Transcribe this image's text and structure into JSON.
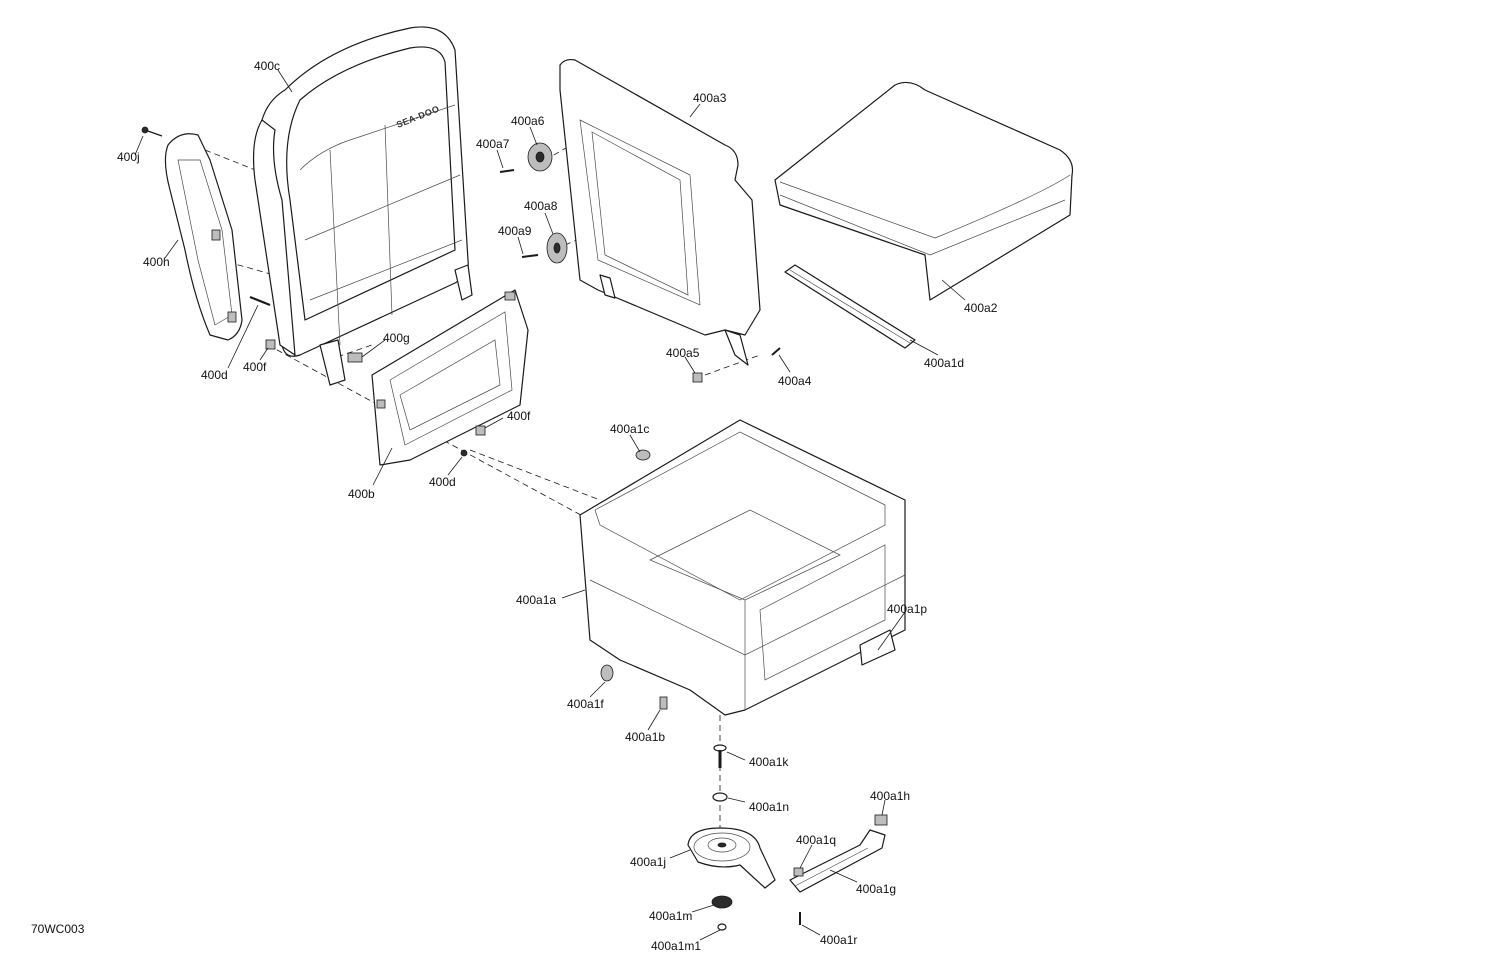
{
  "figure_ref": "70WC003",
  "brand_mark": "SEA-DOO",
  "callouts": {
    "c400c": "400c",
    "c400a3": "400a3",
    "c400a6": "400a6",
    "c400a7": "400a7",
    "c400j": "400j",
    "c400a8": "400a8",
    "c400a9": "400a9",
    "c400h": "400h",
    "c400a2": "400a2",
    "c400g": "400g",
    "c400a5": "400a5",
    "c400a1d": "400a1d",
    "c400a4": "400a4",
    "c400d_top": "400d",
    "c400f_top": "400f",
    "c400f_mid": "400f",
    "c400a1c": "400a1c",
    "c400b": "400b",
    "c400d_mid": "400d",
    "c400a1a": "400a1a",
    "c400a1p": "400a1p",
    "c400a1f": "400a1f",
    "c400a1b": "400a1b",
    "c400a1k": "400a1k",
    "c400a1h": "400a1h",
    "c400a1n": "400a1n",
    "c400a1q": "400a1q",
    "c400a1j": "400a1j",
    "c400a1g": "400a1g",
    "c400a1m": "400a1m",
    "c400a1r": "400a1r",
    "c400a1m1": "400a1m1"
  }
}
